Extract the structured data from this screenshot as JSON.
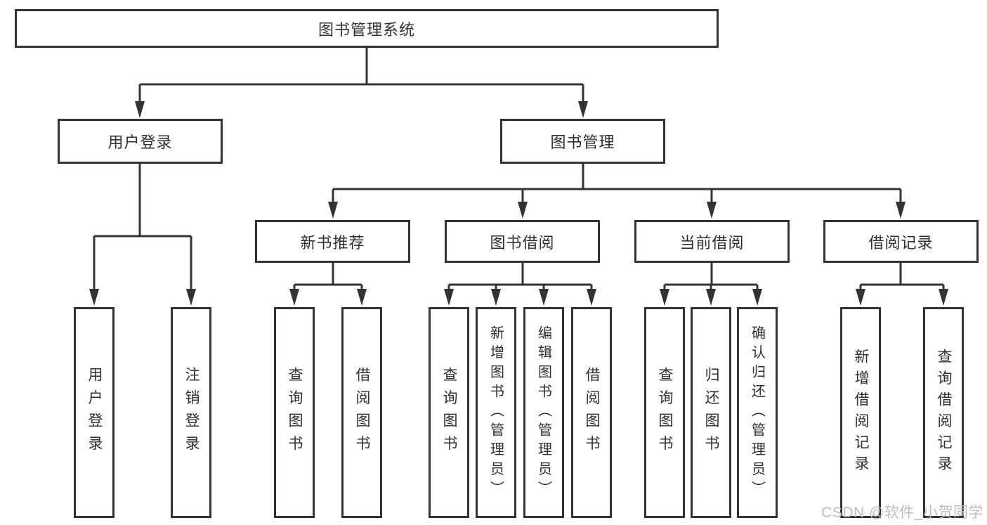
{
  "diagram": {
    "tree": {
      "label": "图书管理系统",
      "children": [
        {
          "label": "用户登录",
          "children": [
            {
              "label": "用户登录"
            },
            {
              "label": "注销登录"
            }
          ]
        },
        {
          "label": "图书管理",
          "children": [
            {
              "label": "新书推荐",
              "children": [
                {
                  "label": "查询图书"
                },
                {
                  "label": "借阅图书"
                }
              ]
            },
            {
              "label": "图书借阅",
              "children": [
                {
                  "label": "查询图书"
                },
                {
                  "label": "新增图书（管理员）"
                },
                {
                  "label": "编辑图书（管理员）"
                },
                {
                  "label": "借阅图书"
                }
              ]
            },
            {
              "label": "当前借阅",
              "children": [
                {
                  "label": "查询图书"
                },
                {
                  "label": "归还图书"
                },
                {
                  "label": "确认归还（管理员）"
                }
              ]
            },
            {
              "label": "借阅记录",
              "children": [
                {
                  "label": "新增借阅记录"
                },
                {
                  "label": "查询借阅记录"
                }
              ]
            }
          ]
        }
      ]
    },
    "colors": {
      "line": "#333333",
      "text": "#2f2f2f",
      "box_background": "#ffffff",
      "watermark": "#bdbdbd"
    }
  },
  "watermark": {
    "text": "CSDN @软件_小贺同学"
  }
}
